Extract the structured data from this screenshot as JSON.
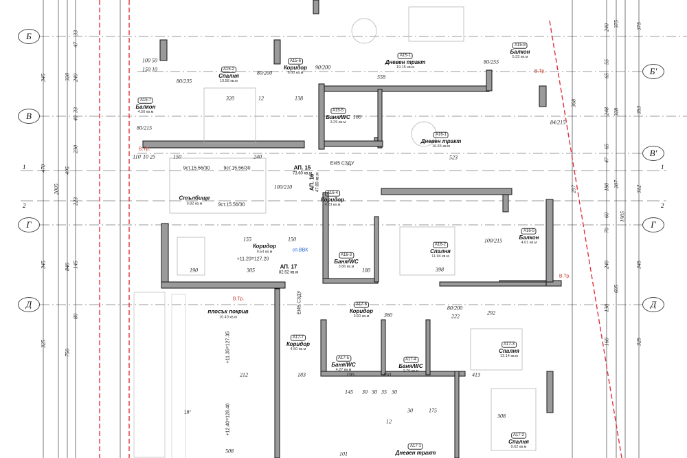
{
  "axes": {
    "left": [
      "Б",
      "В",
      "Г",
      "Д"
    ],
    "right": [
      "Б'",
      "В'",
      "Г",
      "Д"
    ]
  },
  "section_marks": [
    "1",
    "2"
  ],
  "apartments": [
    {
      "label": "АП. 15",
      "area": "73.60 кв.м"
    },
    {
      "label": "АП. 16",
      "area": "47.69 кв.м"
    },
    {
      "label": "АП. 17",
      "area": "82.52 кв.м"
    }
  ],
  "rooms": [
    {
      "code": "A15-1",
      "name": "Дневен тракт",
      "area": "19.15 кв.м"
    },
    {
      "code": "A15-2",
      "name": "Спалня",
      "area": "10.58 кв.м"
    },
    {
      "code": "A15-6",
      "name": "Коридор",
      "area": "6.00 кв.м"
    },
    {
      "code": "A15-7",
      "name": "Балкон",
      "area": "4.50 кв.м"
    },
    {
      "code": "A15-8",
      "name": "Балкон",
      "area": "5.33 кв.м"
    },
    {
      "code": "A15-5",
      "name": "Баня/WC",
      "area": "3.29 кв.м"
    },
    {
      "code": "A16-1",
      "name": "Дневен тракт",
      "area": "16.65 кв.м"
    },
    {
      "code": "A16-4",
      "name": "Коридор",
      "area": "4.23 кв.м"
    },
    {
      "code": "A16-3",
      "name": "Баня/WC",
      "area": "3.86 кв.м"
    },
    {
      "code": "A16-2",
      "name": "Спалня",
      "area": "11.94 кв.м"
    },
    {
      "code": "A16-5",
      "name": "Балкон",
      "area": "4.01 кв.м"
    },
    {
      "code": "",
      "name": "Стълбище",
      "area": "9.82 кв.м"
    },
    {
      "code": "",
      "name": "Коридор",
      "area": "9.54 кв.м"
    },
    {
      "code": "A17-6",
      "name": "Коридор",
      "area": "3.60 кв.м"
    },
    {
      "code": "A17-7",
      "name": "Коридор",
      "area": "4.50 кв.м"
    },
    {
      "code": "A17-5",
      "name": "Баня/WC",
      "area": "4.27 кв.м"
    },
    {
      "code": "A17-4",
      "name": "Баня/WC",
      "area": "2.70 кв.м"
    },
    {
      "code": "A17-3",
      "name": "Спалня",
      "area": "13.14 кв.м"
    },
    {
      "code": "A17-2",
      "name": "Спалня",
      "area": "9.62 кв.м"
    },
    {
      "code": "A17-1",
      "name": "Дневен тракт",
      "area": ""
    },
    {
      "code": "",
      "name": "плосък покрив",
      "area": "10.40 кв.м"
    }
  ],
  "notes": {
    "level_main": "+11.20=127.20",
    "level_roof_1": "+11.35=127.35",
    "level_roof_2": "+12.40=128.40",
    "shaft": "сп.ВВК",
    "fire_door_1": "EI45 СЗДУ",
    "fire_door_2": "EI45 СЗДУ",
    "stairs_1": "9ст.15.56/30",
    "stairs_2": "9ст.15.56/30",
    "stairs_3": "9ст.15.56/30",
    "drain_1": "В.Тр.",
    "drain_2": "В.Тр.",
    "drain_3": "В.Тр.",
    "drain_4": "В.Тр.",
    "slope": "18°"
  },
  "dimensions": {
    "left_outer": [
      "345",
      "470",
      "345",
      "325"
    ],
    "left_total": "2005",
    "left_mid": [
      "320",
      "495",
      "840",
      "750"
    ],
    "left_inner": [
      "33",
      "47",
      "240",
      "33",
      "40",
      "230",
      "223",
      "145",
      "80"
    ],
    "right_outer": [
      "375",
      "353",
      "312",
      "345",
      "325"
    ],
    "right_total": "1905",
    "right_mid": [
      "375",
      "328",
      "207",
      "695"
    ],
    "right_inner": [
      "240",
      "55",
      "65",
      "248",
      "65",
      "47",
      "180",
      "60",
      "70",
      "240",
      "130",
      "160"
    ],
    "right_other": [
      "368",
      "297"
    ],
    "inner": [
      "100",
      "150",
      "50",
      "10",
      "320",
      "12",
      "138",
      "110",
      "10",
      "25",
      "150",
      "240",
      "558",
      "180",
      "523",
      "155",
      "150",
      "305",
      "190",
      "398",
      "180",
      "212",
      "183",
      "195",
      "150",
      "360",
      "292",
      "413",
      "308",
      "145",
      "30",
      "30",
      "35",
      "30",
      "30",
      "175",
      "12",
      "508",
      "222",
      "101"
    ],
    "doors": [
      "80/235",
      "80/200",
      "80/215",
      "100/210",
      "90/200",
      "80/255",
      "84/215",
      "100/215",
      "80/200"
    ]
  }
}
